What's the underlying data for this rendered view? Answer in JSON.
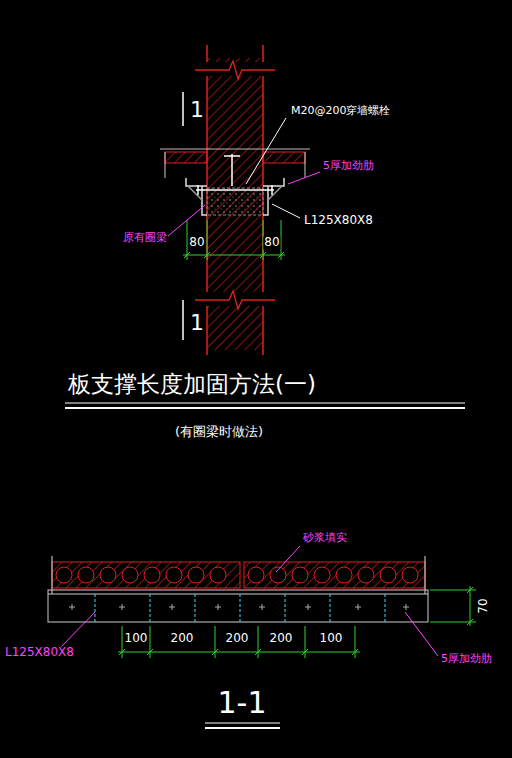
{
  "diagram": {
    "title": "板支撑长度加固方法(一)",
    "caption": "(有圈梁时做法)",
    "labels": [
      "1",
      "M20@200穿墙螺栓",
      "5厚加劲肋",
      "L125X80X8",
      "原有圈梁",
      "80",
      "80",
      "1",
      "砂浆填实",
      "70",
      "L125X80X8",
      "100",
      "200",
      "200",
      "200",
      "100",
      "5厚加劲肋",
      "1-1"
    ]
  }
}
